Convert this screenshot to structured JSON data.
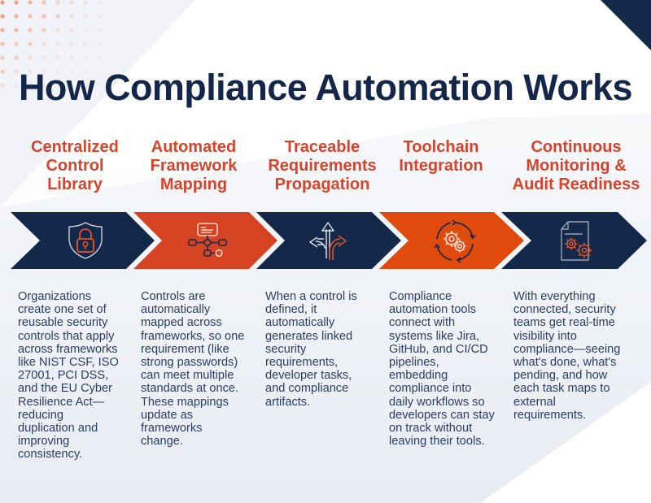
{
  "title": "How Compliance Automation Works",
  "colors": {
    "navy": "#14284a",
    "orange_red": "#d64322",
    "orange": "#e04a0c",
    "heading": "#d8432a",
    "body_text": "#2c3d5e",
    "accent_dots": "#f08a60"
  },
  "steps": [
    {
      "title_lines": [
        "Centralized",
        "Control",
        "Library"
      ],
      "icon": "shield-lock-icon",
      "chevron_color": "#14284a",
      "description_lines": [
        "Organizations",
        "create one set of",
        "reusable security",
        "controls that apply",
        "across frameworks",
        "like NIST CSF, ISO",
        "27001, PCI DSS,",
        "and the EU Cyber",
        "Resilience Act—",
        "reducing",
        "duplication and",
        "improving",
        "consistency."
      ]
    },
    {
      "title_lines": [
        "Automated",
        "Framework",
        "Mapping"
      ],
      "icon": "framework-map-icon",
      "chevron_color": "#d64322",
      "description_lines": [
        "Controls are",
        "automatically",
        "mapped across",
        "frameworks, so one",
        "requirement (like",
        "strong passwords)",
        "can meet multiple",
        "standards at once.",
        "These mappings",
        "update as",
        "frameworks",
        "change."
      ]
    },
    {
      "title_lines": [
        "Traceable",
        "Requirements",
        "Propagation"
      ],
      "icon": "split-arrows-icon",
      "chevron_color": "#14284a",
      "description_lines": [
        "When a control is",
        "defined, it",
        "automatically",
        "generates linked",
        "security",
        "requirements,",
        "developer tasks,",
        "and compliance",
        "artifacts."
      ]
    },
    {
      "title_lines": [
        "Toolchain",
        "Integration"
      ],
      "icon": "gears-cycle-icon",
      "chevron_color": "#e04a0c",
      "description_lines": [
        "Compliance",
        "automation tools",
        "connect with",
        "systems like Jira,",
        "GitHub, and CI/CD",
        "pipelines,",
        "embedding",
        "compliance into",
        "daily workflows so",
        "developers can stay",
        "on track without",
        "leaving their tools."
      ]
    },
    {
      "title_lines": [
        "Continuous",
        "Monitoring &",
        "Audit Readiness"
      ],
      "icon": "document-gears-icon",
      "chevron_color": "#14284a",
      "description_lines": [
        "With everything",
        "connected, security",
        "teams get real-time",
        "visibility into",
        "compliance—seeing",
        "what's done, what's",
        "pending, and how",
        "each task maps to",
        "external",
        "requirements."
      ]
    }
  ]
}
